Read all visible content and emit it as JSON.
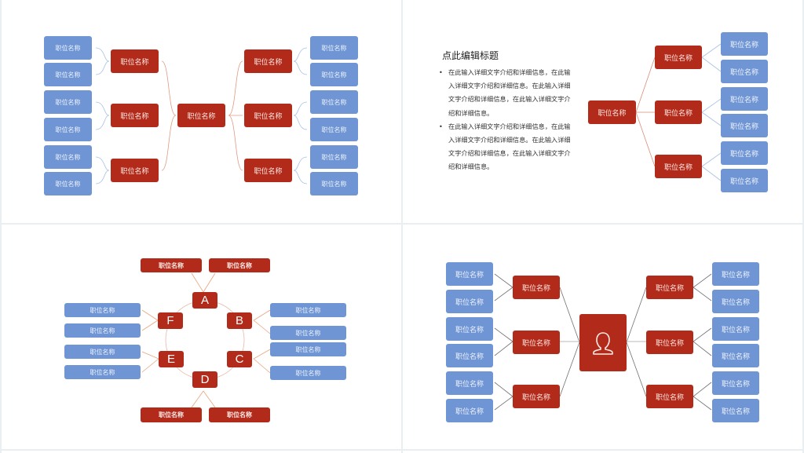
{
  "colors": {
    "red": "#b22a19",
    "blue": "#6f95d4",
    "red_line": "#e09a80",
    "blue_line": "#a9c0e6",
    "gray_line": "#7a7a7a"
  },
  "slide1": {
    "root": "职位名称",
    "left_mid": [
      "职位名称",
      "职位名称",
      "职位名称"
    ],
    "left_leaves": [
      "职位名称",
      "职位名称",
      "职位名称",
      "职位名称",
      "职位名称",
      "职位名称"
    ],
    "right_mid": [
      "职位名称",
      "职位名称",
      "职位名称"
    ],
    "right_leaves": [
      "职位名称",
      "职位名称",
      "职位名称",
      "职位名称",
      "职位名称",
      "职位名称"
    ]
  },
  "slide2": {
    "title": "点此编辑标题",
    "bullets": [
      "在此输入详细文字介绍和详细信息，在此输入详细文字介绍和详细信息。在此输入详细文字介绍和详细信息，在此输入详细文字介绍和详细信息。",
      "在此输入详细文字介绍和详细信息，在此输入详细文字介绍和详细信息。在此输入详细文字介绍和详细信息，在此输入详细文字介绍和详细信息。"
    ],
    "bullet_symbol": "•",
    "root": "职位名称",
    "mid": [
      "职位名称",
      "职位名称",
      "职位名称"
    ],
    "leaves": [
      "职位名称",
      "职位名称",
      "职位名称",
      "职位名称",
      "职位名称",
      "职位名称"
    ]
  },
  "slide3": {
    "nodes": [
      "A",
      "B",
      "C",
      "D",
      "E",
      "F"
    ],
    "top": [
      "职位名称",
      "职位名称"
    ],
    "bottom": [
      "职位名称",
      "职位名称"
    ],
    "left": [
      "职位名称",
      "职位名称",
      "职位名称",
      "职位名称"
    ],
    "right": [
      "职位名称",
      "职位名称",
      "职位名称",
      "职位名称"
    ]
  },
  "slide4": {
    "center_icon": "person-icon",
    "left_mid": [
      "职位名称",
      "职位名称",
      "职位名称"
    ],
    "left_leaves": [
      "职位名称",
      "职位名称",
      "职位名称",
      "职位名称",
      "职位名称",
      "职位名称"
    ],
    "right_mid": [
      "职位名称",
      "职位名称",
      "职位名称"
    ],
    "right_leaves": [
      "职位名称",
      "职位名称",
      "职位名称",
      "职位名称",
      "职位名称",
      "职位名称"
    ]
  }
}
